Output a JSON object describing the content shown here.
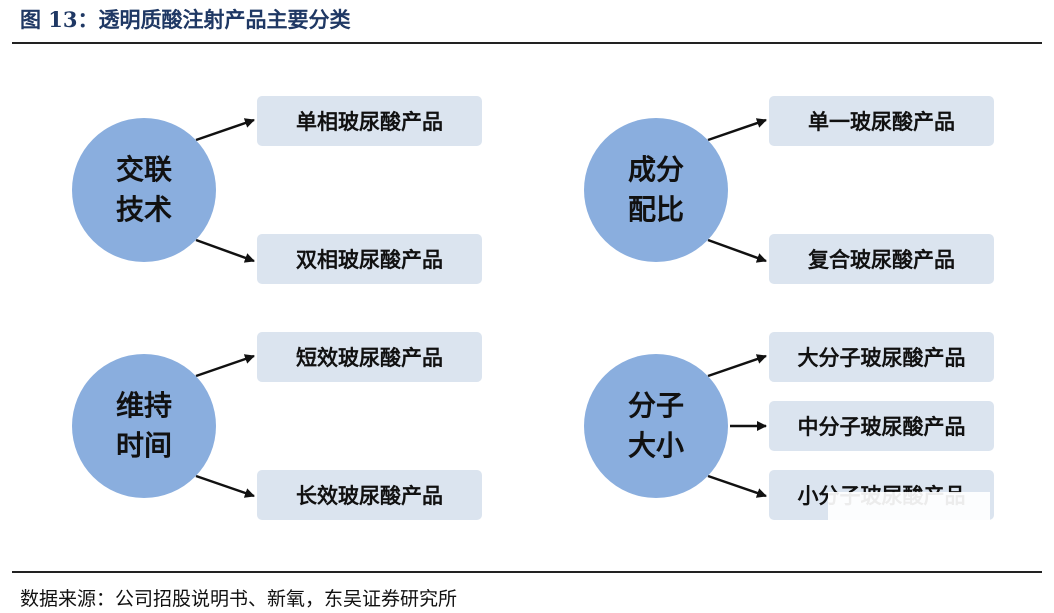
{
  "title": "图 13：透明质酸注射产品主要分类",
  "source": "数据来源：公司招股说明书、新氧，东吴证券研究所",
  "groups": [
    {
      "lines": [
        "交联",
        "技术"
      ],
      "items": [
        "单相玻尿酸产品",
        "双相玻尿酸产品"
      ]
    },
    {
      "lines": [
        "成分",
        "配比"
      ],
      "items": [
        "单一玻尿酸产品",
        "复合玻尿酸产品"
      ]
    },
    {
      "lines": [
        "维持",
        "时间"
      ],
      "items": [
        "短效玻尿酸产品",
        "长效玻尿酸产品"
      ]
    },
    {
      "lines": [
        "分子",
        "大小"
      ],
      "items": [
        "大分子玻尿酸产品",
        "中分子玻尿酸产品",
        "小分子玻尿酸产品"
      ]
    }
  ],
  "colors": {
    "circle": "#8aaede",
    "box": "#dbe4ef",
    "title": "#1f3864"
  }
}
